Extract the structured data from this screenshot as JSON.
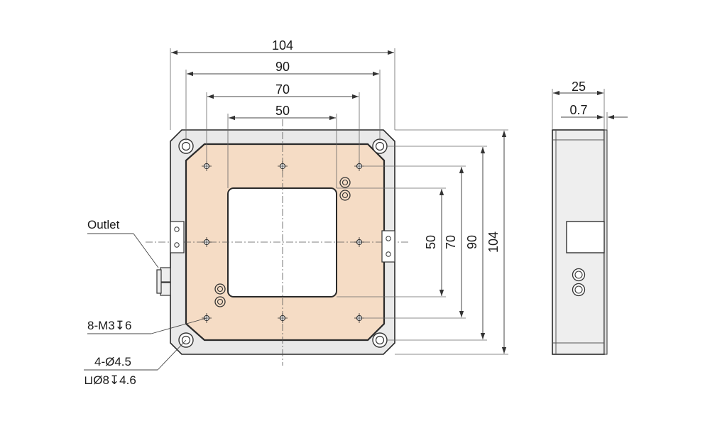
{
  "dimensions": {
    "top_104": "104",
    "top_90": "90",
    "top_70": "70",
    "top_50": "50",
    "right_50": "50",
    "right_70": "70",
    "right_90": "90",
    "right_104": "104",
    "side_25": "25",
    "side_07": "0.7"
  },
  "labels": {
    "outlet": "Outlet",
    "thread_holes": "8-M3↧6",
    "through_holes": "4-Ø4.5",
    "counterbore": "⊔Ø8↧4.6"
  },
  "colors": {
    "frame": "#e8e8e8",
    "plate": "#f5dcc5",
    "outline": "#2a2a2a"
  }
}
